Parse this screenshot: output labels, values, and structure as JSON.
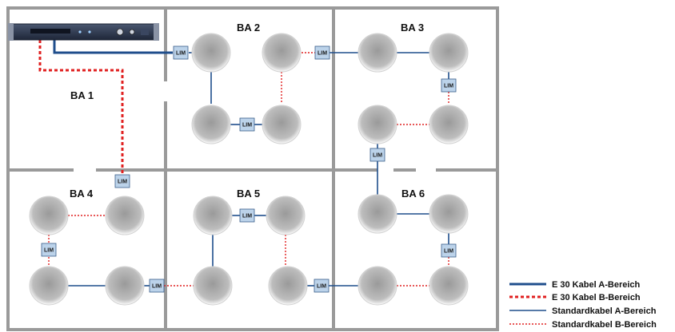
{
  "rooms": [
    {
      "id": "ba1",
      "label": "BA 1"
    },
    {
      "id": "ba2",
      "label": "BA 2"
    },
    {
      "id": "ba3",
      "label": "BA 3"
    },
    {
      "id": "ba4",
      "label": "BA 4"
    },
    {
      "id": "ba5",
      "label": "BA 5"
    },
    {
      "id": "ba6",
      "label": "BA 6"
    }
  ],
  "lim_label": "LIM",
  "legend": [
    {
      "label": "E 30 Kabel A-Bereich",
      "style": "thick-solid",
      "color": "#1f4e8c"
    },
    {
      "label": "E 30 Kabel B-Bereich",
      "style": "thick-dotted",
      "color": "#e02020"
    },
    {
      "label": "Standardkabel A-Bereich",
      "style": "thin-solid",
      "color": "#1f4e8c"
    },
    {
      "label": "Standardkabel B-Bereich",
      "style": "thin-dotted",
      "color": "#e02020"
    }
  ],
  "colors": {
    "wall": "#9a9a9a",
    "cable_a": "#1f4e8c",
    "cable_b": "#e02020",
    "lim_fill": "#bcd3ea",
    "lim_stroke": "#3a5f8a"
  }
}
